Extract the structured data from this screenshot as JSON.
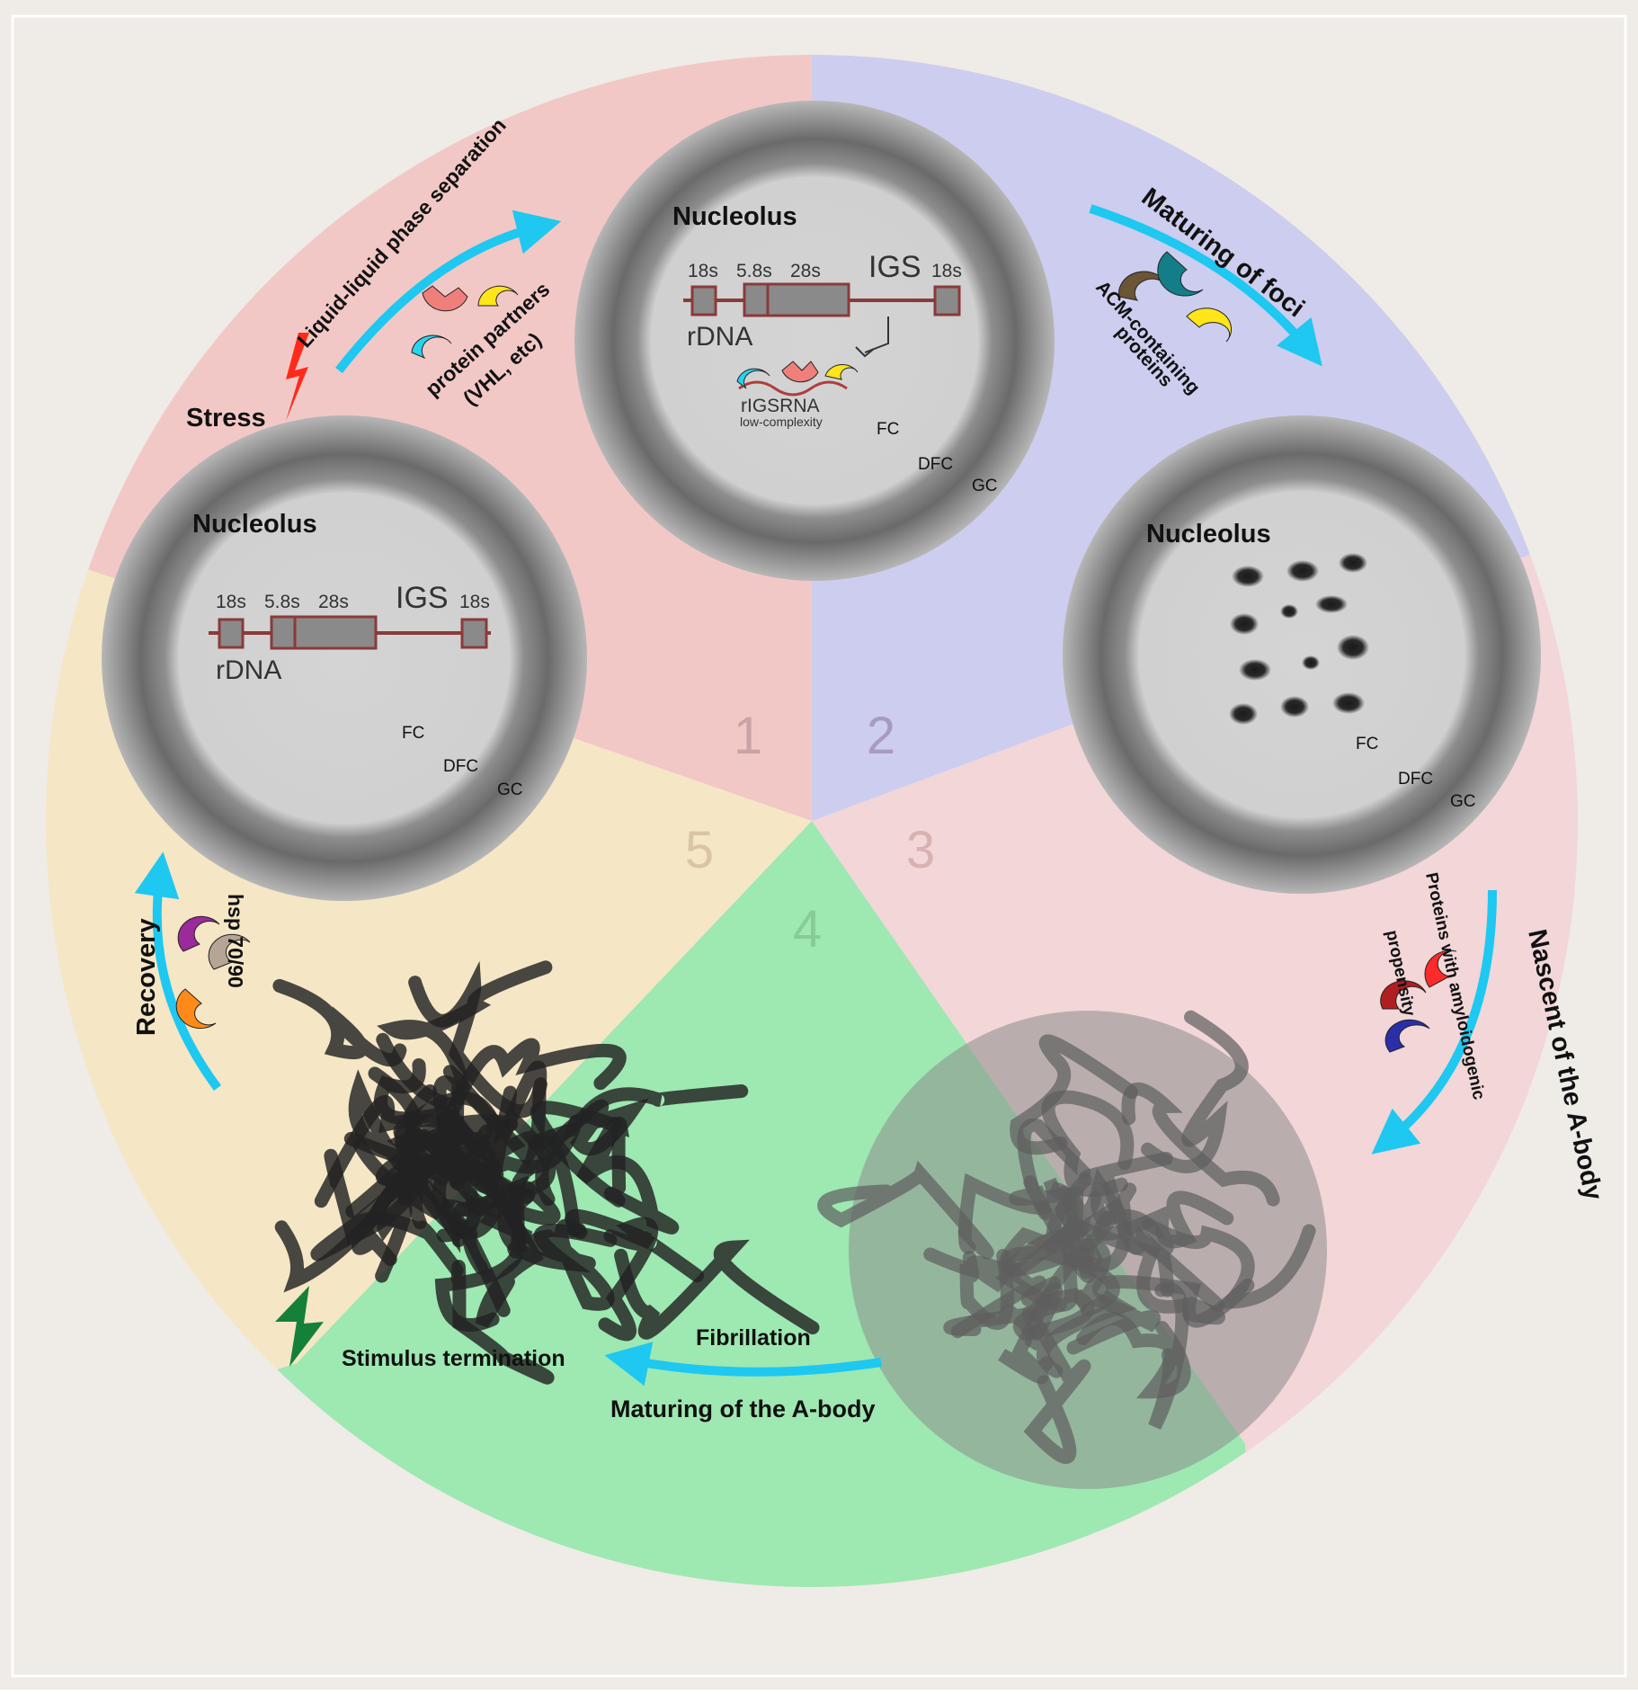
{
  "colors": {
    "background": "#efebe6",
    "sector1": "#f2c8c6",
    "sector2": "#cdcdef",
    "sector3": "#f2d6d8",
    "sector4": "#9ee8b2",
    "sector5": "#f5e6c5",
    "arrow": "#1ec8f0",
    "rdna": "#8b3a3a",
    "rdna_box": "#8a8a8a"
  },
  "sectors": [
    {
      "number": "1",
      "color": "#c9a3a5"
    },
    {
      "number": "2",
      "color": "#a89bbf"
    },
    {
      "number": "3",
      "color": "#d8b2b0"
    },
    {
      "number": "4",
      "color": "#86cc96"
    },
    {
      "number": "5",
      "color": "#d9c4a4"
    }
  ],
  "nucleolus_left": {
    "title": "Nucleolus",
    "genes": [
      "18s",
      "5.8s",
      "28s",
      "IGS",
      "18s"
    ],
    "rdna_label": "rDNA",
    "zones": [
      "FC",
      "DFC",
      "GC"
    ]
  },
  "nucleolus_top": {
    "title": "Nucleolus",
    "genes": [
      "18s",
      "5.8s",
      "28s",
      "IGS",
      "18s"
    ],
    "rdna_label": "rDNA",
    "rna_label": "rIGSRNA",
    "rna_sublabel": "low-complexity",
    "zones": [
      "FC",
      "DFC",
      "GC"
    ]
  },
  "nucleolus_right": {
    "title": "Nucleolus",
    "zones": [
      "FC",
      "DFC",
      "GC"
    ]
  },
  "labels": {
    "stress": "Stress",
    "llps": "Liquid-liquid phase separation",
    "protein_partners": "protein partners",
    "protein_partners_sub": "(VHL, etc)",
    "maturing_foci": "Maturing of foci",
    "acm_line1": "ACM-containing",
    "acm_line2": "proteins",
    "nascent": "Nascent of the A-body",
    "amyloid_line1": "Proteins with amyloidogenic",
    "amyloid_line2": "propensity",
    "fibrillation": "Fibrillation",
    "maturing_abody": "Maturing of the A-body",
    "stimulus": "Stimulus termination",
    "recovery": "Recovery",
    "hsp": "hsp 70/90"
  },
  "icons": [
    "lightning-icon-red",
    "lightning-icon-green",
    "protein-icon",
    "arrow-icon"
  ]
}
